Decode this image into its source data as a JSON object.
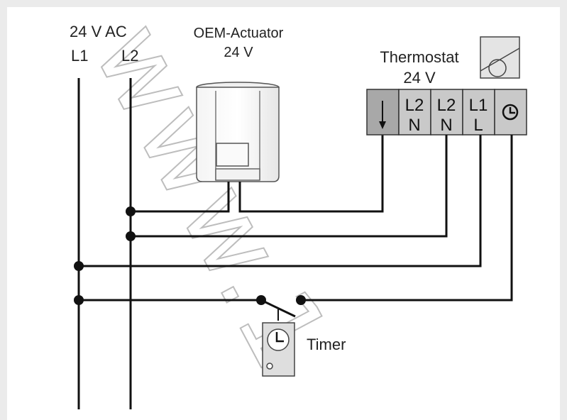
{
  "supply": {
    "label": "24 V AC",
    "line1": "L1",
    "line2": "L2"
  },
  "actuator": {
    "title": "OEM-Actuator",
    "voltage": "24 V"
  },
  "thermostat": {
    "title": "Thermostat",
    "voltage": "24 V",
    "terminals": [
      {
        "top": "",
        "bottom": "",
        "icon": "down-arrow-icon"
      },
      {
        "top": "L2",
        "bottom": "N"
      },
      {
        "top": "L2",
        "bottom": "N"
      },
      {
        "top": "L1",
        "bottom": "L"
      },
      {
        "top": "",
        "bottom": "",
        "icon": "clock-icon"
      }
    ]
  },
  "timer": {
    "label": "Timer"
  },
  "watermark": {
    "text": "www.1"
  },
  "colors": {
    "frame": "#ebebeb",
    "wire": "#111111",
    "terminal_dark": "#a8a8a8",
    "terminal_light": "#c9c9c9",
    "watermark": "#bdbdbd"
  }
}
